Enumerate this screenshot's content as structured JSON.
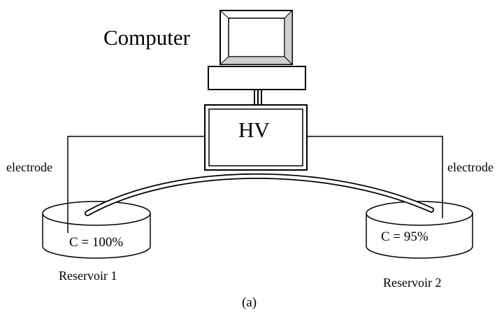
{
  "labels": {
    "computer": "Computer",
    "hv": "HV",
    "electrode_left": "electrode",
    "electrode_right": "electrode",
    "reservoir1_conc": "C = 100%",
    "reservoir2_conc": "C = 95%",
    "reservoir1_name": "Reservoir 1",
    "reservoir2_name": "Reservoir 2",
    "panel": "(a)"
  }
}
